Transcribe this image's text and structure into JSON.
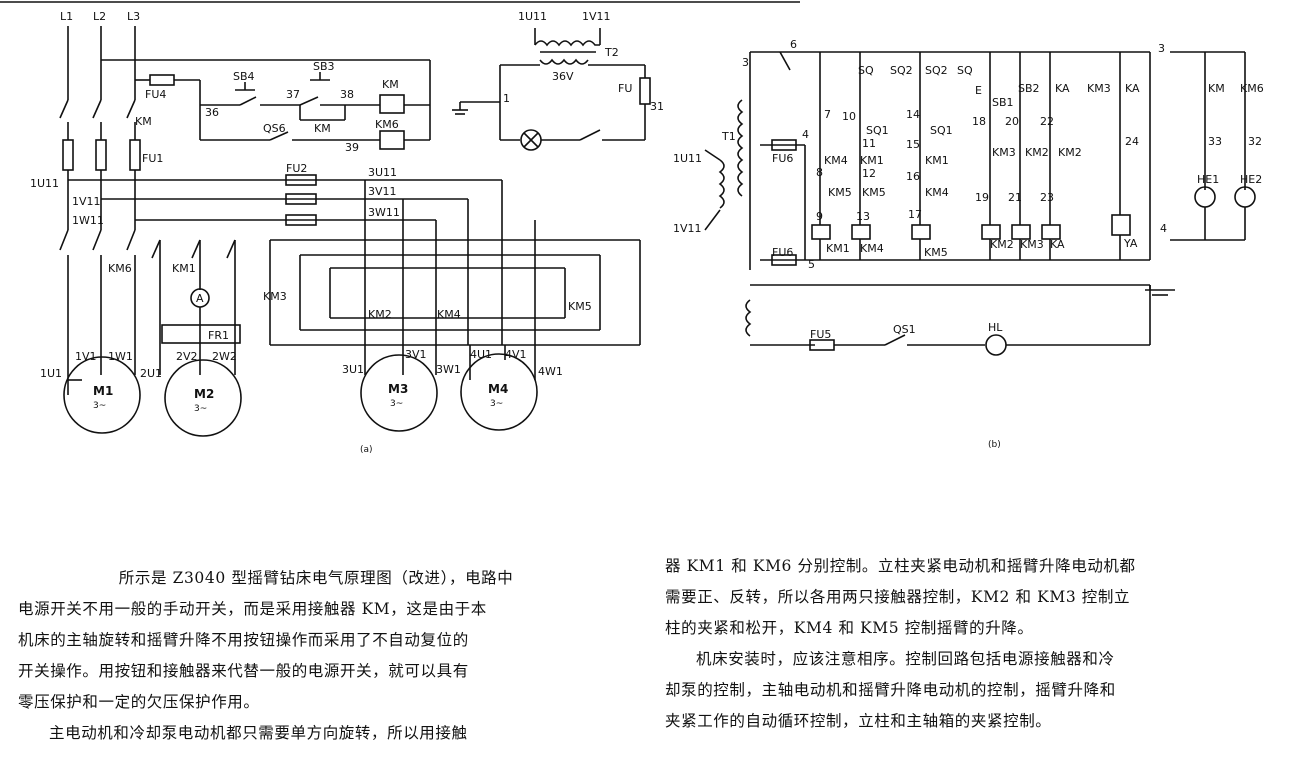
{
  "diagram_a": {
    "phase_labels": [
      "L1",
      "L2",
      "L3"
    ],
    "bus_labels": [
      "1U11",
      "1V11",
      "1W11"
    ],
    "bus2_labels": [
      "3U11",
      "3V11",
      "3W11"
    ],
    "fuses": [
      "FU1",
      "FU2",
      "FU4"
    ],
    "switches": [
      "KM",
      "KM6",
      "KM1",
      "KM2",
      "KM3",
      "KM4",
      "KM5"
    ],
    "control": {
      "sb4": "SB4",
      "sb3": "SB3",
      "qs6": "QS6",
      "km_coil": "KM",
      "km6_coil": "KM6",
      "km_contact": "KM",
      "n36": "36",
      "n37": "37",
      "n38": "38",
      "n39": "39"
    },
    "transformer": {
      "name": "T2",
      "primary_left": "1U11",
      "primary_right": "1V11",
      "voltage": "36V",
      "fuse": "FU",
      "node1": "1",
      "node31": "31"
    },
    "ammeter": "A",
    "relay": "FR1",
    "motors": [
      {
        "name": "M1",
        "phase": "3~",
        "t1": "1U1",
        "t2": "1V1",
        "t3": "1W1"
      },
      {
        "name": "M2",
        "phase": "3~",
        "t1": "2U1",
        "t2": "2V2",
        "t3": "2W2"
      },
      {
        "name": "M3",
        "phase": "3~",
        "t1": "3U1",
        "t2": "3V1",
        "t3": "3W1"
      },
      {
        "name": "M4",
        "phase": "3~",
        "t1": "4U1",
        "t2": "4V1",
        "t3": "4W1"
      }
    ],
    "caption": "(a)"
  },
  "diagram_b": {
    "transformer": "T1",
    "primary": [
      "1U11",
      "1V11"
    ],
    "fuses": [
      "FU6",
      "FU6",
      "FU5"
    ],
    "nodes": [
      "3",
      "6",
      "4",
      "5",
      "7",
      "8",
      "9",
      "10",
      "11",
      "12",
      "13",
      "14",
      "15",
      "16",
      "17",
      "18",
      "19",
      "20",
      "21",
      "22",
      "23",
      "24",
      "4",
      "32",
      "33",
      "3"
    ],
    "switches": {
      "sq": "SQ",
      "sq2a": "SQ2",
      "sq2b": "SQ2",
      "sq2c": "SQ",
      "sq1a": "SQ1",
      "sq1b": "SQ1",
      "sb1": "SB1",
      "sb2": "SB2",
      "ka1": "KA",
      "km3": "KM3",
      "ka2": "KA",
      "km4": "KM4",
      "km1": "KM1",
      "km5": "KM5",
      "km5b": "KM5",
      "km1b": "KM1",
      "km4b": "KM4",
      "km3b": "KM3",
      "km2b": "KM2",
      "km2c": "KM2",
      "km": "KM",
      "km6": "KM6",
      "qs1": "QS1",
      "e": "E"
    },
    "coils": [
      "KM1",
      "KM4",
      "KM5",
      "KM2",
      "KM3",
      "KA",
      "YA"
    ],
    "lamps": [
      "HE1",
      "HE2",
      "HL"
    ],
    "caption": "(b)"
  },
  "text": {
    "left": [
      "所示是 Z3040 型摇臂钻床电气原理图（改进），电路中",
      "电源开关不用一般的手动开关，而是采用接触器 KM，这是由于本",
      "机床的主轴旋转和摇臂升降不用按钮操作而采用了不自动复位的",
      "开关操作。用按钮和接触器来代替一般的电源开关，就可以具有",
      "零压保护和一定的欠压保护作用。",
      "主电动机和冷却泵电动机都只需要单方向旋转，所以用接触"
    ],
    "right": [
      "器 KM1 和 KM6 分别控制。立柱夹紧电动机和摇臂升降电动机都",
      "需要正、反转，所以各用两只接触器控制，KM2 和 KM3 控制立",
      "柱的夹紧和松开，KM4 和 KM5 控制摇臂的升降。",
      "机床安装时，应该注意相序。控制回路包括电源接触器和冷",
      "却泵的控制，主轴电动机和摇臂升降电动机的控制，摇臂升降和",
      "夹紧工作的自动循环控制，立柱和主轴箱的夹紧控制。"
    ]
  }
}
